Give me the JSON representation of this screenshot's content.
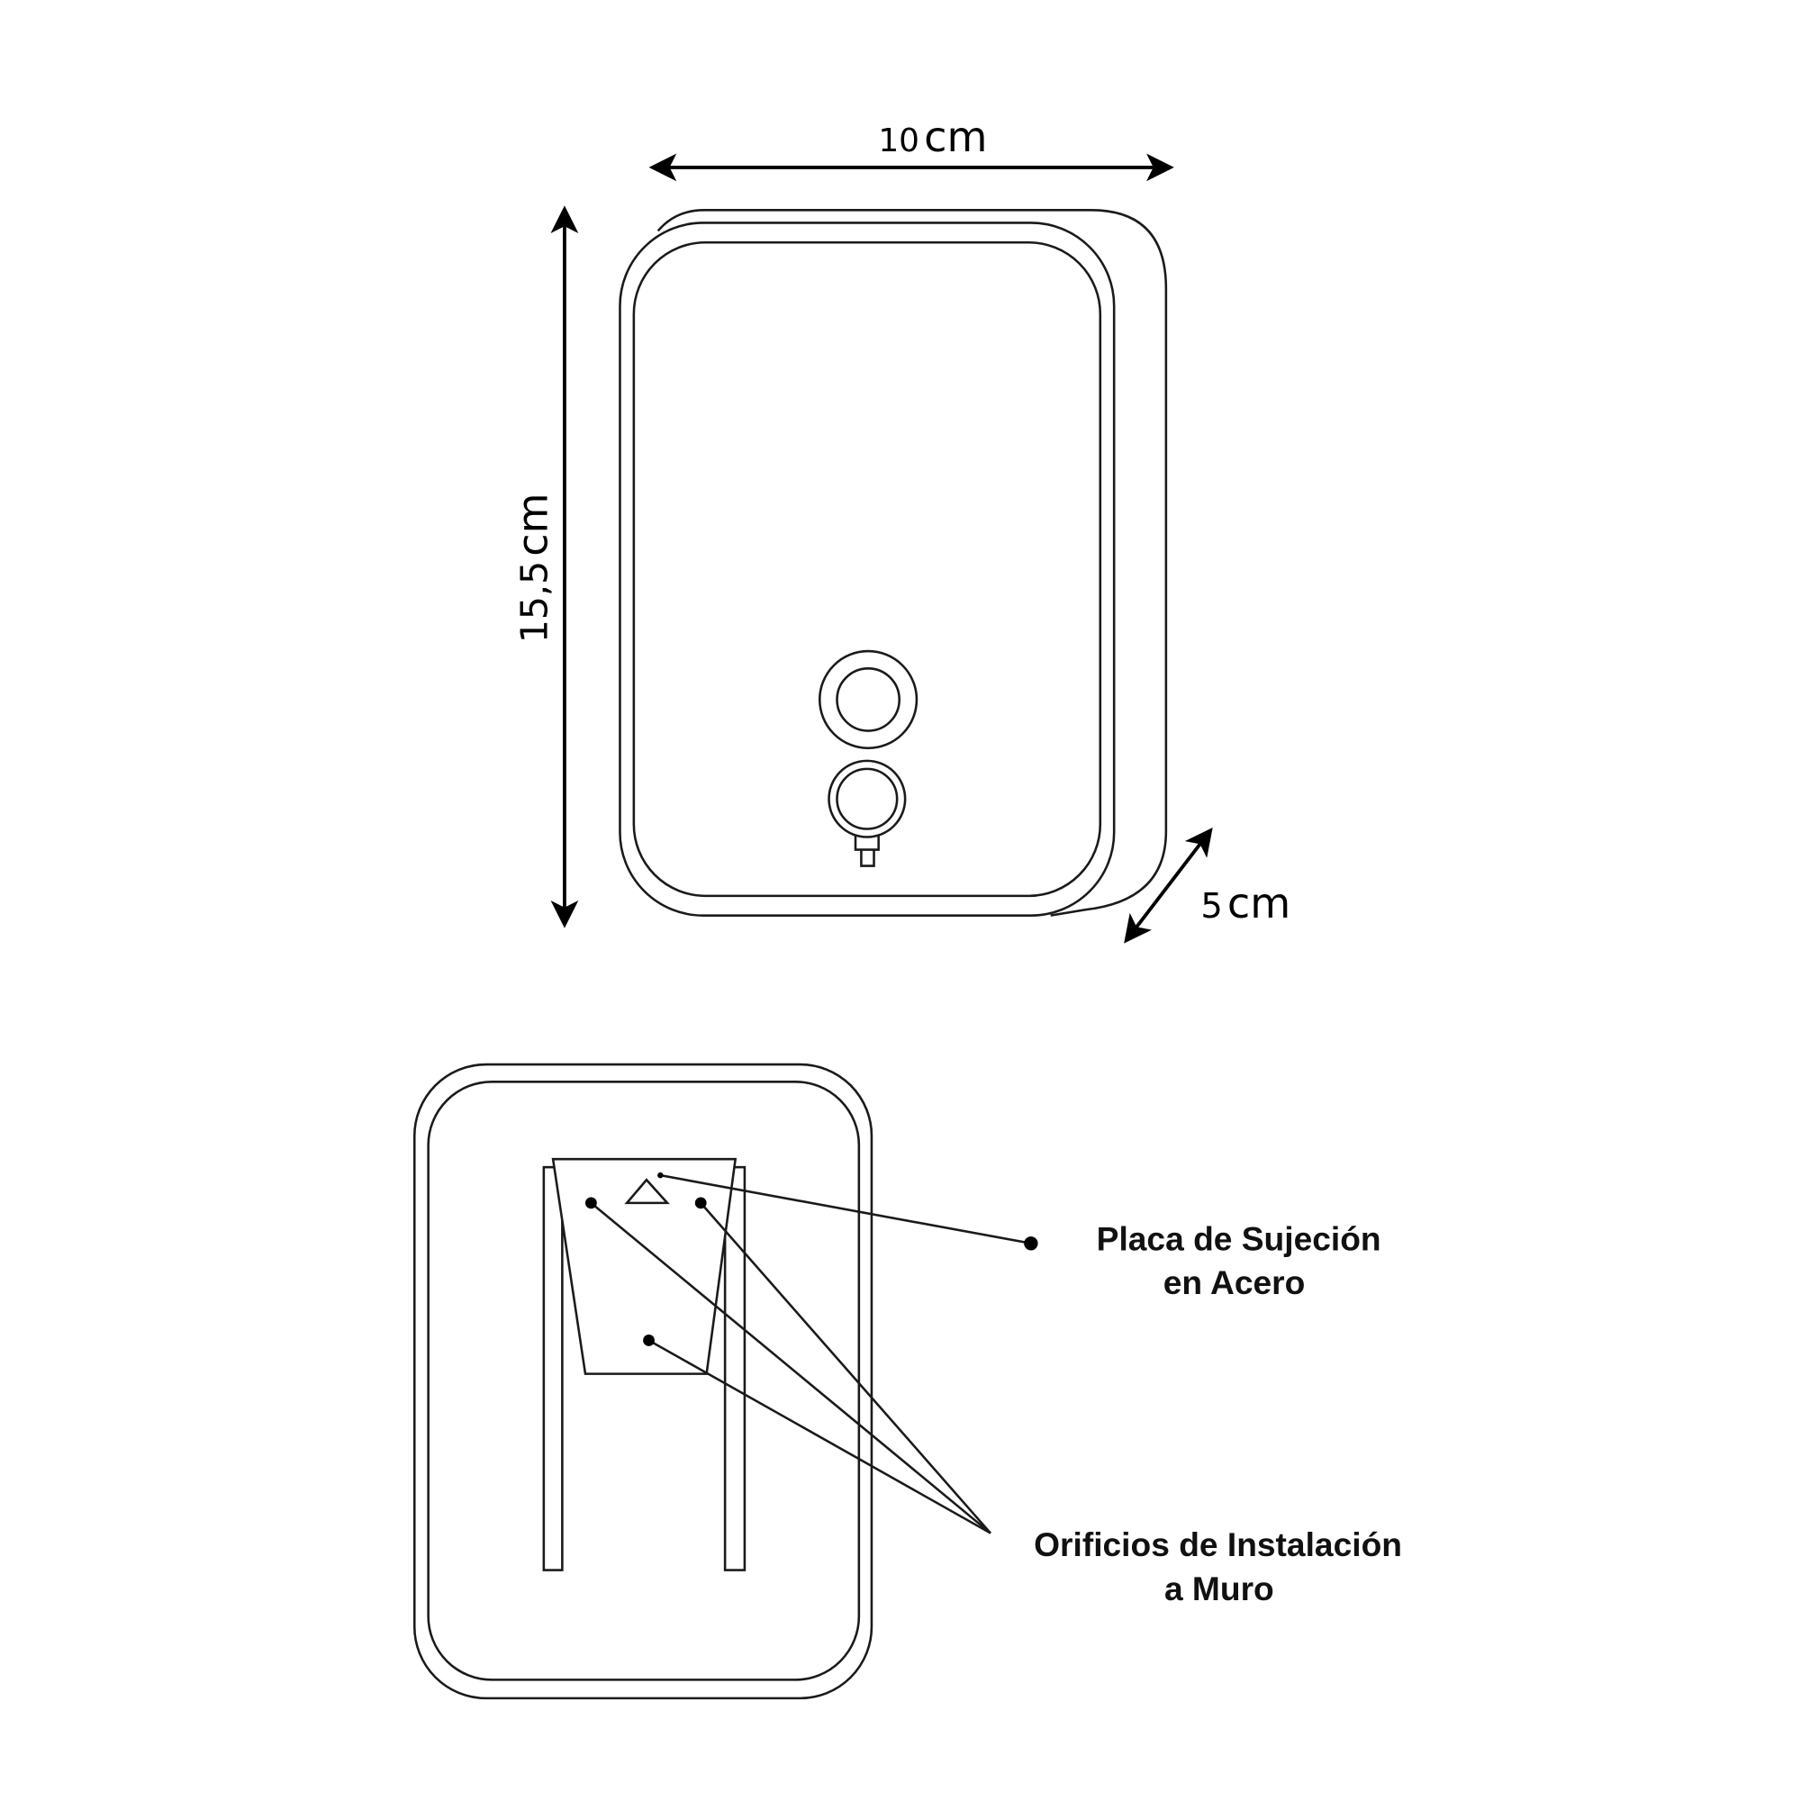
{
  "dimensions": {
    "width": {
      "value": "10",
      "unit": "cm"
    },
    "height": {
      "value": "15,5",
      "unit": "cm"
    },
    "depth": {
      "value": "5",
      "unit": "cm"
    }
  },
  "callouts": {
    "plate": {
      "line1": "Placa de Sujeción",
      "line2": "en Acero"
    },
    "holes": {
      "line1": "Orificios de Instalación",
      "line2": "a Muro"
    }
  },
  "colors": {
    "line": "#1a1a1a",
    "background": "#ffffff"
  }
}
